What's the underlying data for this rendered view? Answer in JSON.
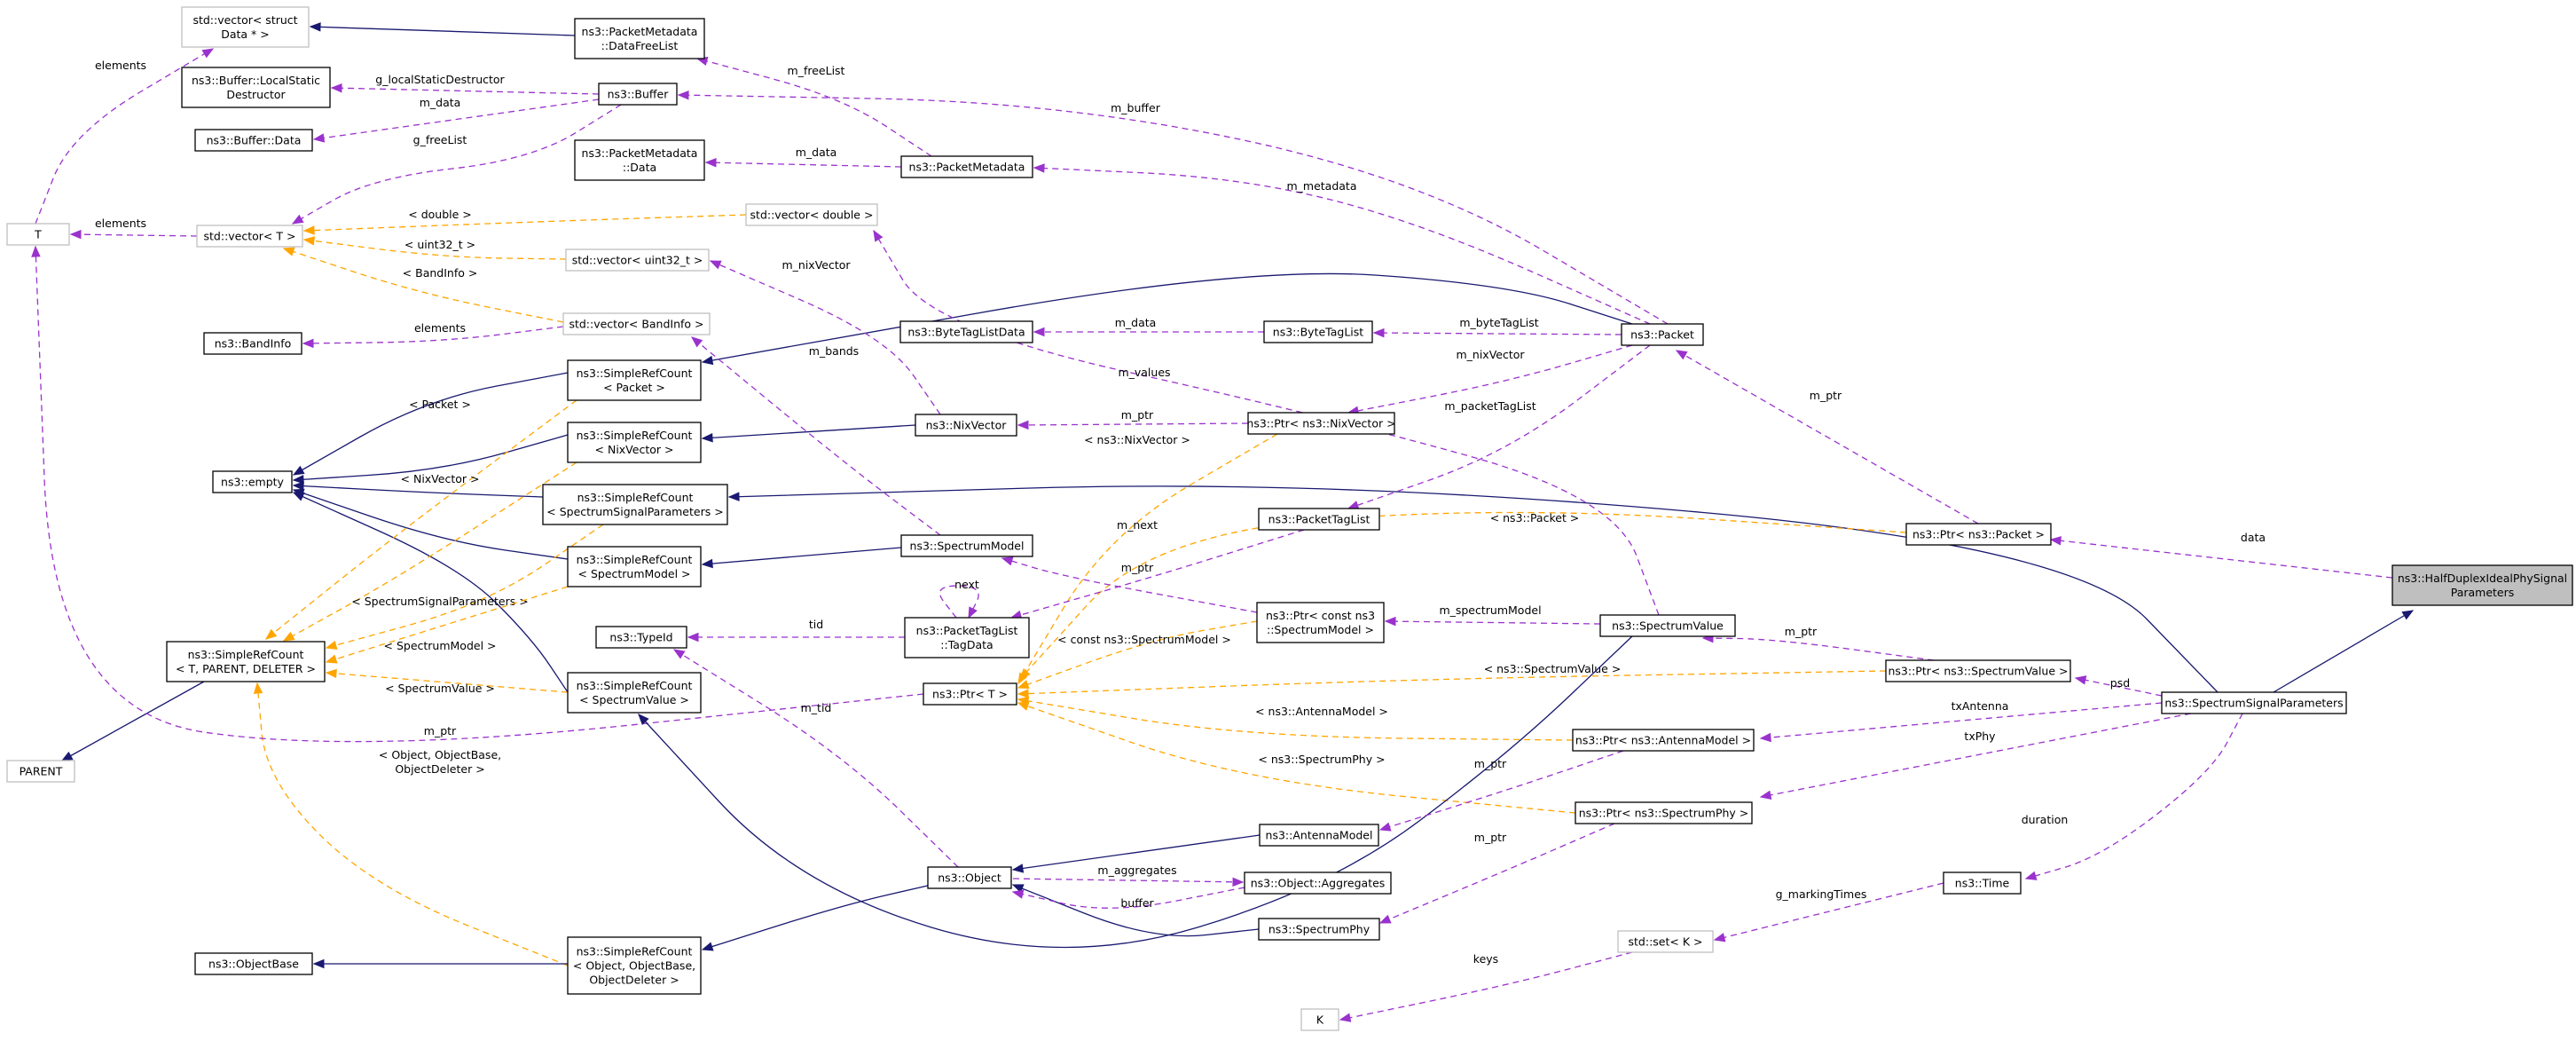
{
  "diagram": {
    "nodes": [
      {
        "id": "hdp",
        "lines": [
          "ns3::HalfDuplexIdealPhySignal",
          "Parameters"
        ],
        "style": "focus"
      },
      {
        "id": "ssp",
        "lines": [
          "ns3::SpectrumSignalParameters"
        ]
      },
      {
        "id": "ptrpkt",
        "lines": [
          "ns3::Ptr< ns3::Packet >"
        ]
      },
      {
        "id": "packet",
        "lines": [
          "ns3::Packet"
        ]
      },
      {
        "id": "pm",
        "lines": [
          "ns3::PacketMetadata"
        ]
      },
      {
        "id": "pmdfl",
        "lines": [
          "ns3::PacketMetadata",
          "::DataFreeList"
        ]
      },
      {
        "id": "pmdata",
        "lines": [
          "ns3::PacketMetadata",
          "::Data"
        ]
      },
      {
        "id": "vecstruct",
        "lines": [
          "std::vector< struct",
          "Data * >"
        ],
        "style": "gray"
      },
      {
        "id": "buffer",
        "lines": [
          "ns3::Buffer"
        ]
      },
      {
        "id": "bufls",
        "lines": [
          "ns3::Buffer::LocalStatic",
          "Destructor"
        ]
      },
      {
        "id": "bufdata",
        "lines": [
          "ns3::Buffer::Data"
        ]
      },
      {
        "id": "T",
        "lines": [
          "T"
        ],
        "style": "gray"
      },
      {
        "id": "vecT",
        "lines": [
          "std::vector< T >"
        ],
        "style": "gray"
      },
      {
        "id": "vecdbl",
        "lines": [
          "std::vector< double >"
        ],
        "style": "gray"
      },
      {
        "id": "vecu32",
        "lines": [
          "std::vector< uint32_t >"
        ],
        "style": "gray"
      },
      {
        "id": "vecband",
        "lines": [
          "std::vector< BandInfo >"
        ],
        "style": "gray"
      },
      {
        "id": "bandinfo",
        "lines": [
          "ns3::BandInfo"
        ]
      },
      {
        "id": "btld",
        "lines": [
          "ns3::ByteTagListData"
        ]
      },
      {
        "id": "btl",
        "lines": [
          "ns3::ByteTagList"
        ]
      },
      {
        "id": "nixvec",
        "lines": [
          "ns3::NixVector"
        ]
      },
      {
        "id": "ptrnix",
        "lines": [
          "ns3::Ptr< ns3::NixVector >"
        ]
      },
      {
        "id": "empty",
        "lines": [
          "ns3::empty"
        ]
      },
      {
        "id": "srcpkt",
        "lines": [
          "ns3::SimpleRefCount",
          "< Packet >"
        ]
      },
      {
        "id": "srcnix",
        "lines": [
          "ns3::SimpleRefCount",
          "< NixVector >"
        ]
      },
      {
        "id": "srcssp",
        "lines": [
          "ns3::SimpleRefCount",
          "< SpectrumSignalParameters >"
        ]
      },
      {
        "id": "srcsm",
        "lines": [
          "ns3::SimpleRefCount",
          "< SpectrumModel >"
        ]
      },
      {
        "id": "srcgen",
        "lines": [
          "ns3::SimpleRefCount",
          "< T, PARENT, DELETER >"
        ]
      },
      {
        "id": "parent",
        "lines": [
          "PARENT"
        ],
        "style": "gray"
      },
      {
        "id": "typeid",
        "lines": [
          "ns3::TypeId"
        ]
      },
      {
        "id": "srcsv",
        "lines": [
          "ns3::SimpleRefCount",
          "< SpectrumValue >"
        ]
      },
      {
        "id": "sm",
        "lines": [
          "ns3::SpectrumModel"
        ]
      },
      {
        "id": "ptl",
        "lines": [
          "ns3::PacketTagList"
        ]
      },
      {
        "id": "ptltd",
        "lines": [
          "ns3::PacketTagList",
          "::TagData"
        ]
      },
      {
        "id": "ptrT",
        "lines": [
          "ns3::Ptr< T >"
        ]
      },
      {
        "id": "ptrcsm",
        "lines": [
          "ns3::Ptr< const ns3",
          "::SpectrumModel >"
        ]
      },
      {
        "id": "sv",
        "lines": [
          "ns3::SpectrumValue"
        ]
      },
      {
        "id": "ptrsv",
        "lines": [
          "ns3::Ptr< ns3::SpectrumValue >"
        ]
      },
      {
        "id": "ptram",
        "lines": [
          "ns3::Ptr< ns3::AntennaModel >"
        ]
      },
      {
        "id": "ptrsphy",
        "lines": [
          "ns3::Ptr< ns3::SpectrumPhy >"
        ]
      },
      {
        "id": "am",
        "lines": [
          "ns3::AntennaModel"
        ]
      },
      {
        "id": "object",
        "lines": [
          "ns3::Object"
        ]
      },
      {
        "id": "objagg",
        "lines": [
          "ns3::Object::Aggregates"
        ]
      },
      {
        "id": "sphy",
        "lines": [
          "ns3::SpectrumPhy"
        ]
      },
      {
        "id": "time",
        "lines": [
          "ns3::Time"
        ]
      },
      {
        "id": "setK",
        "lines": [
          "std::set< K >"
        ],
        "style": "gray"
      },
      {
        "id": "K",
        "lines": [
          "K"
        ],
        "style": "gray"
      },
      {
        "id": "objbase",
        "lines": [
          "ns3::ObjectBase"
        ]
      },
      {
        "id": "srcobj",
        "lines": [
          "ns3::SimpleRefCount",
          "< Object, ObjectBase,",
          "ObjectDeleter >"
        ]
      }
    ],
    "edges": [
      {
        "from": "ssp",
        "to": "hdp",
        "kind": "inherit"
      },
      {
        "from": "ptrpkt",
        "to": "hdp",
        "kind": "usage",
        "label": "data"
      },
      {
        "from": "packet",
        "to": "ptrpkt",
        "kind": "usage",
        "label": "m_ptr"
      },
      {
        "from": "ptrsv",
        "to": "ssp",
        "kind": "usage",
        "label": "psd"
      },
      {
        "from": "ptram",
        "to": "ssp",
        "kind": "usage",
        "label": "txAntenna"
      },
      {
        "from": "ptrsphy",
        "to": "ssp",
        "kind": "usage",
        "label": "txPhy"
      },
      {
        "from": "time",
        "to": "ssp",
        "kind": "usage",
        "label": "duration"
      },
      {
        "from": "srcssp",
        "to": "ssp",
        "kind": "inherit"
      },
      {
        "from": "buffer",
        "to": "packet",
        "kind": "usage",
        "label": "m_buffer"
      },
      {
        "from": "pm",
        "to": "packet",
        "kind": "usage",
        "label": "m_metadata"
      },
      {
        "from": "btl",
        "to": "packet",
        "kind": "usage",
        "label": "m_byteTagList"
      },
      {
        "from": "ptrnix",
        "to": "packet",
        "kind": "usage",
        "label": "m_nixVector"
      },
      {
        "from": "ptl",
        "to": "packet",
        "kind": "usage",
        "label": "m_packetTagList"
      },
      {
        "from": "srcpkt",
        "to": "packet",
        "kind": "inherit"
      },
      {
        "from": "pmdfl",
        "to": "pm",
        "kind": "usage",
        "label": "m_freeList"
      },
      {
        "from": "pmdata",
        "to": "pm",
        "kind": "usage",
        "label": "m_data"
      },
      {
        "from": "vecstruct",
        "to": "pmdfl",
        "kind": "inherit"
      },
      {
        "from": "bufls",
        "to": "buffer",
        "kind": "usage",
        "label": "g_localStaticDestructor"
      },
      {
        "from": "bufdata",
        "to": "buffer",
        "kind": "usage",
        "label": "m_data"
      },
      {
        "from": "vecT",
        "to": "buffer",
        "kind": "usage",
        "label": "g_freeList"
      },
      {
        "from": "T",
        "to": "vecstruct",
        "kind": "usage",
        "label": "elements"
      },
      {
        "from": "T",
        "to": "vecT",
        "kind": "usage",
        "label": "elements"
      },
      {
        "from": "vecdbl",
        "to": "vecT",
        "kind": "template",
        "label": "< double >"
      },
      {
        "from": "vecu32",
        "to": "vecT",
        "kind": "template",
        "label": "< uint32_t >"
      },
      {
        "from": "vecband",
        "to": "vecT",
        "kind": "template",
        "label": "< BandInfo >"
      },
      {
        "from": "bandinfo",
        "to": "vecband",
        "kind": "usage",
        "label": "elements"
      },
      {
        "from": "vecband",
        "to": "sm",
        "kind": "usage",
        "label": "m_bands"
      },
      {
        "from": "vecdbl",
        "to": "sv",
        "kind": "usage",
        "label": "m_values"
      },
      {
        "from": "vecu32",
        "to": "nixvec",
        "kind": "usage",
        "label": "m_nixVector"
      },
      {
        "from": "btld",
        "to": "btl",
        "kind": "usage",
        "label": "m_data"
      },
      {
        "from": "nixvec",
        "to": "ptrnix",
        "kind": "usage",
        "label": "m_ptr"
      },
      {
        "from": "srcnix",
        "to": "nixvec",
        "kind": "inherit"
      },
      {
        "from": "empty",
        "to": "srcpkt",
        "kind": "inherit"
      },
      {
        "from": "empty",
        "to": "srcnix",
        "kind": "inherit"
      },
      {
        "from": "empty",
        "to": "srcssp",
        "kind": "inherit"
      },
      {
        "from": "empty",
        "to": "srcsm",
        "kind": "inherit"
      },
      {
        "from": "empty",
        "to": "srcsv",
        "kind": "inherit"
      },
      {
        "from": "srcsm",
        "to": "sm",
        "kind": "inherit"
      },
      {
        "from": "parent",
        "to": "srcgen",
        "kind": "inherit"
      },
      {
        "from": "srcgen",
        "to": "srcpkt",
        "kind": "template",
        "label": "< Packet >"
      },
      {
        "from": "srcgen",
        "to": "srcnix",
        "kind": "template",
        "label": "< NixVector >"
      },
      {
        "from": "srcgen",
        "to": "srcssp",
        "kind": "template",
        "label": "< SpectrumSignalParameters >"
      },
      {
        "from": "srcgen",
        "to": "srcsm",
        "kind": "template",
        "label": "< SpectrumModel >"
      },
      {
        "from": "srcgen",
        "to": "srcsv",
        "kind": "template",
        "label": "< SpectrumValue >"
      },
      {
        "from": "srcgen",
        "to": "srcobj",
        "kind": "template",
        "label": "< Object, ObjectBase,\nObjectDeleter >"
      },
      {
        "from": "T",
        "to": "ptrT",
        "kind": "usage",
        "label": "m_ptr"
      },
      {
        "from": "ptrT",
        "to": "ptrpkt",
        "kind": "template",
        "label": "< ns3::Packet >"
      },
      {
        "from": "ptrT",
        "to": "ptrnix",
        "kind": "template",
        "label": "< ns3::NixVector >"
      },
      {
        "from": "ptrT",
        "to": "ptrcsm",
        "kind": "template",
        "label": "< const ns3::SpectrumModel >"
      },
      {
        "from": "ptrT",
        "to": "ptrsv",
        "kind": "template",
        "label": "< ns3::SpectrumValue >"
      },
      {
        "from": "ptrT",
        "to": "ptram",
        "kind": "template",
        "label": "< ns3::AntennaModel >"
      },
      {
        "from": "ptrT",
        "to": "ptrsphy",
        "kind": "template",
        "label": "< ns3::SpectrumPhy >"
      },
      {
        "from": "ptltd",
        "to": "ptl",
        "kind": "usage",
        "label": "m_next"
      },
      {
        "from": "ptltd",
        "to": "ptltd",
        "kind": "usage",
        "label": "next"
      },
      {
        "from": "typeid",
        "to": "ptltd",
        "kind": "usage",
        "label": "tid"
      },
      {
        "from": "typeid",
        "to": "object",
        "kind": "usage",
        "label": "m_tid"
      },
      {
        "from": "sm",
        "to": "ptrcsm",
        "kind": "usage",
        "label": "m_ptr"
      },
      {
        "from": "ptrcsm",
        "to": "sv",
        "kind": "usage",
        "label": "m_spectrumModel"
      },
      {
        "from": "sv",
        "to": "ptrsv",
        "kind": "usage",
        "label": "m_ptr"
      },
      {
        "from": "srcsv",
        "to": "sv",
        "kind": "inherit"
      },
      {
        "from": "am",
        "to": "ptram",
        "kind": "usage",
        "label": "m_ptr"
      },
      {
        "from": "sphy",
        "to": "ptrsphy",
        "kind": "usage",
        "label": "m_ptr"
      },
      {
        "from": "object",
        "to": "am",
        "kind": "inherit"
      },
      {
        "from": "object",
        "to": "sphy",
        "kind": "inherit"
      },
      {
        "from": "object",
        "to": "objagg",
        "kind": "usage",
        "label": "m_aggregates"
      },
      {
        "from": "objagg",
        "to": "object",
        "kind": "usage",
        "label": "buffer"
      },
      {
        "from": "srcobj",
        "to": "object",
        "kind": "inherit"
      },
      {
        "from": "objbase",
        "to": "srcobj",
        "kind": "inherit"
      },
      {
        "from": "setK",
        "to": "time",
        "kind": "usage",
        "label": "g_markingTimes"
      },
      {
        "from": "K",
        "to": "setK",
        "kind": "usage",
        "label": "keys"
      }
    ]
  }
}
